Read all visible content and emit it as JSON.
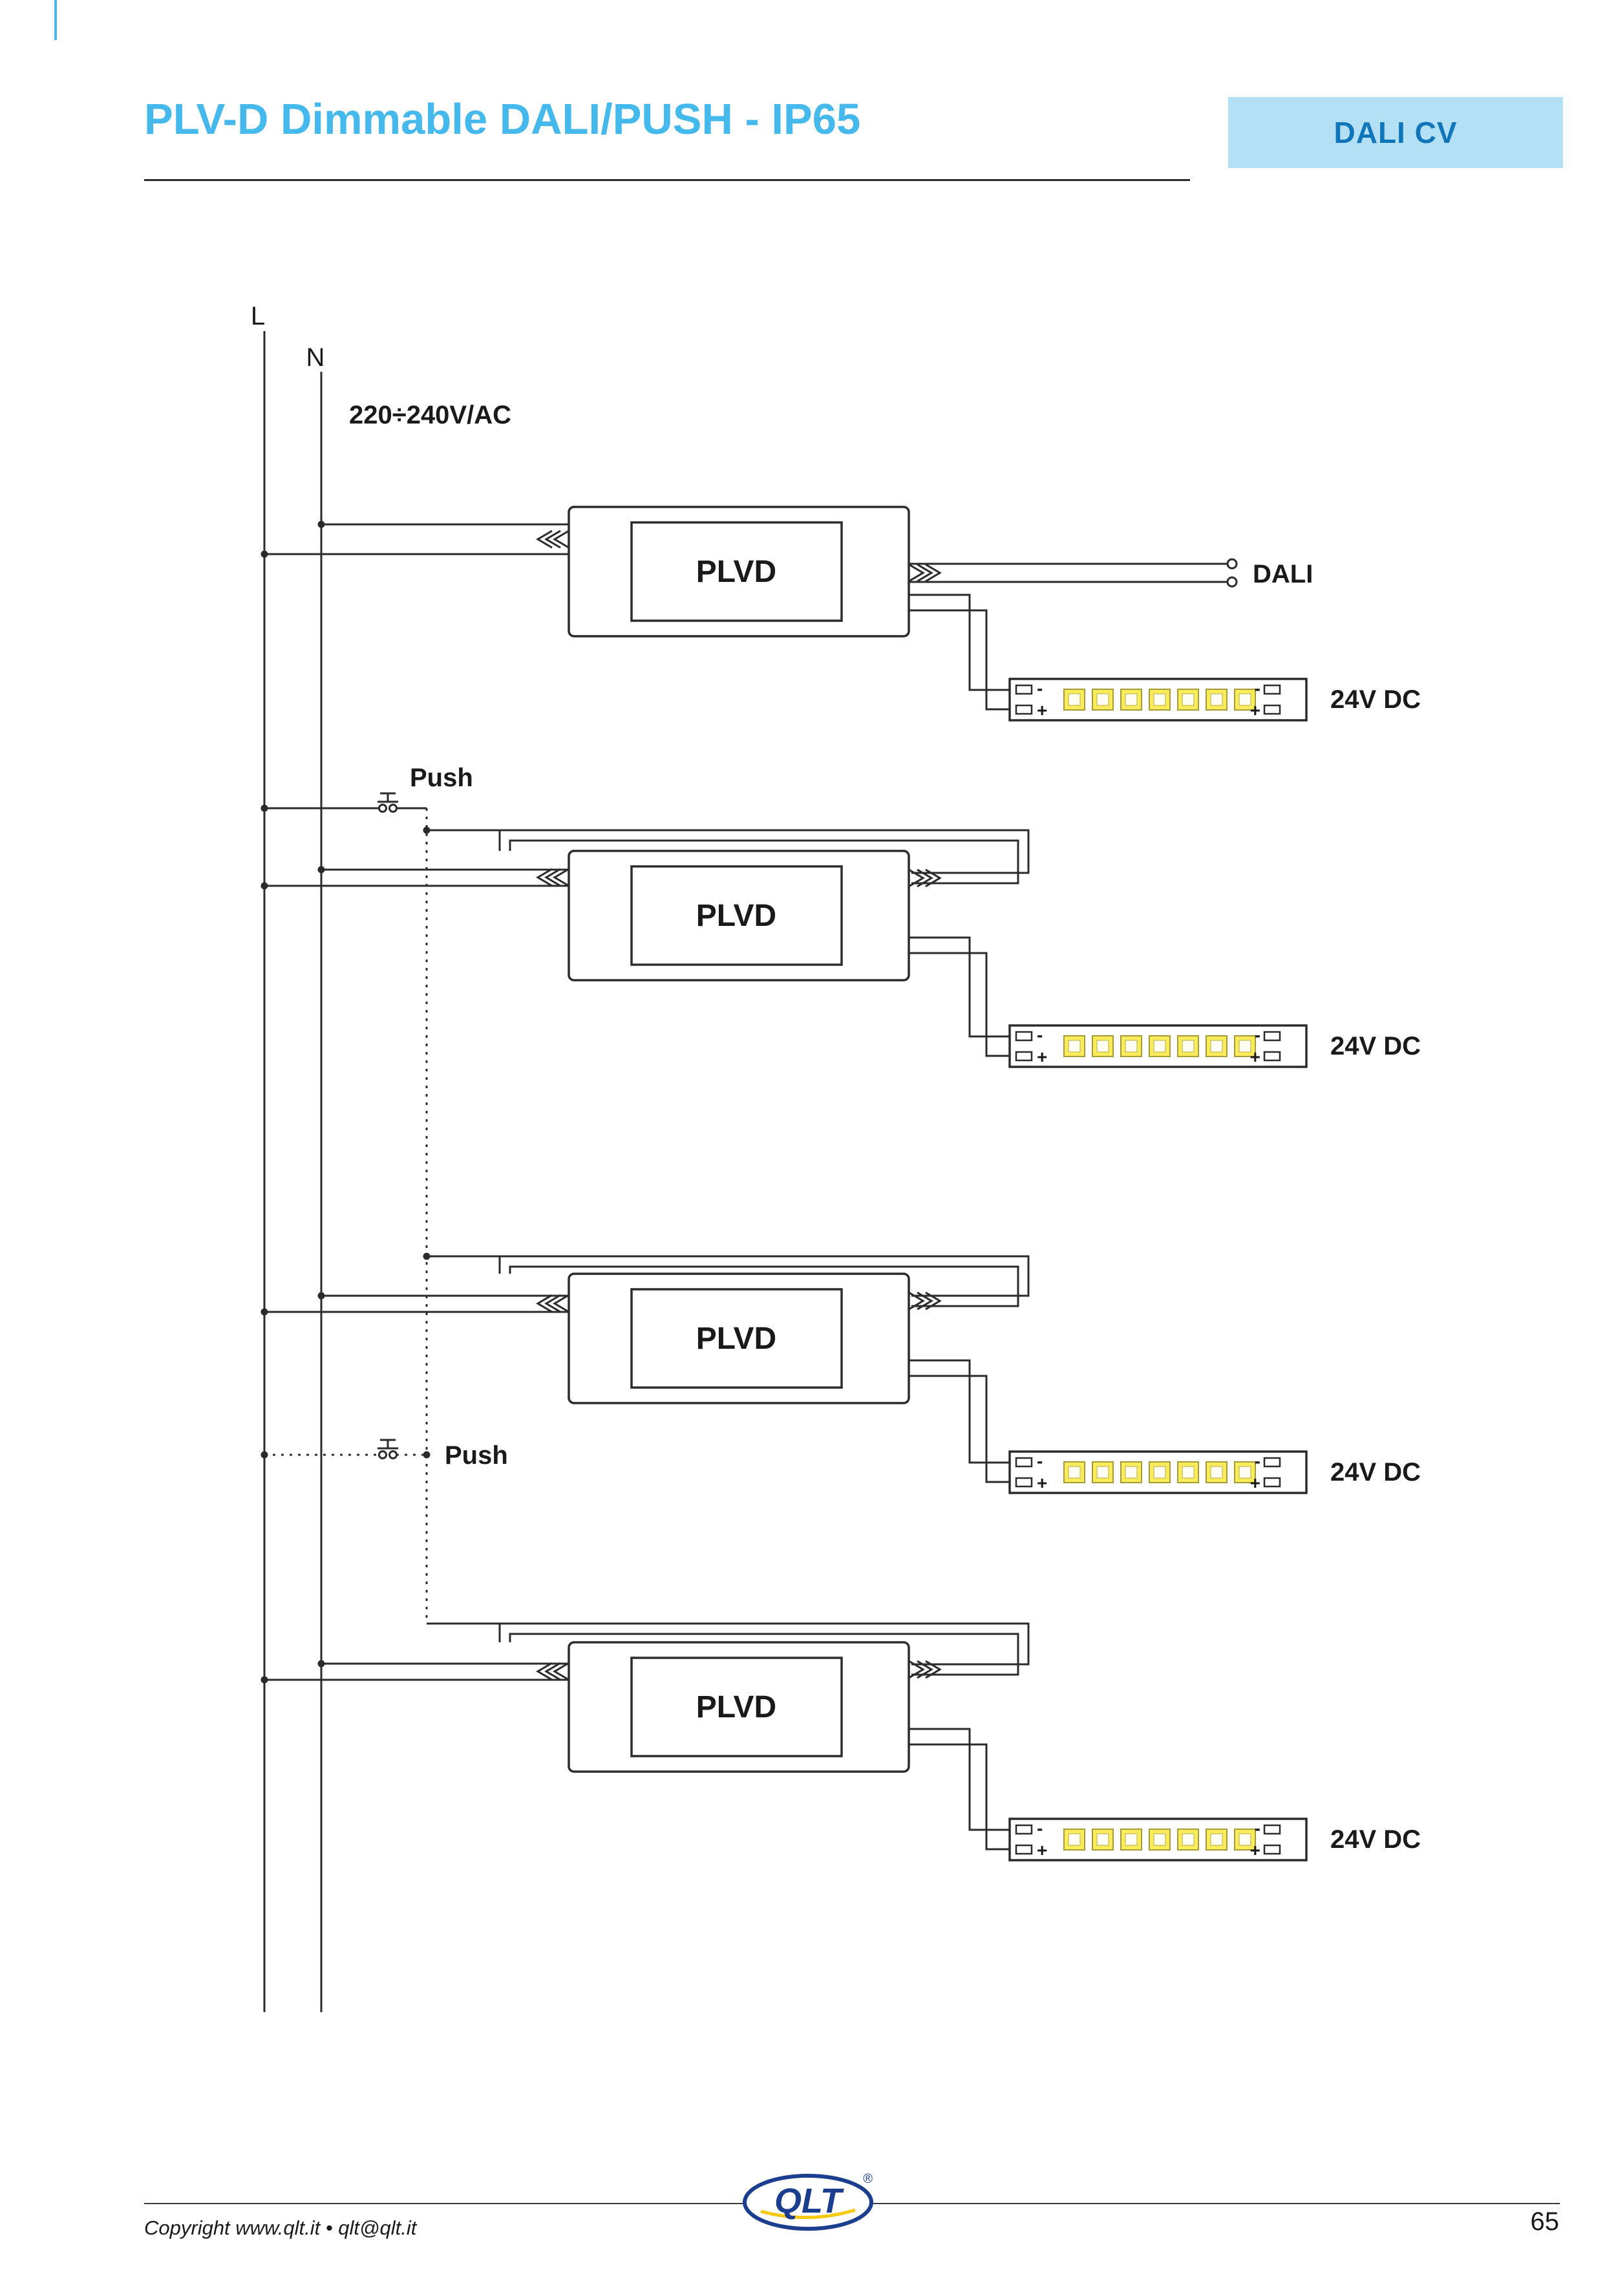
{
  "header": {
    "title": "PLV-D Dimmable DALI/PUSH - IP65",
    "badge": "DALI CV"
  },
  "diagram": {
    "phase_label": "L",
    "neutral_label": "N",
    "mains_voltage": "220÷240V/AC",
    "driver_label": "PLVD",
    "dali_label": "DALI",
    "push_label": "Push",
    "dc_output_label": "24V DC",
    "minus": "-",
    "plus": "+",
    "leds_per_strip": 7
  },
  "footer": {
    "copyright": "Copyright www.qlt.it  •  qlt@qlt.it",
    "logo_text": "QLT",
    "registered_mark": "®",
    "page_number": "65"
  },
  "colors": {
    "title_blue": "#45b8ec",
    "badge_bg": "#b4e0f5",
    "badge_text": "#1076b9",
    "line_dark": "#2b2b2b",
    "led_yellow": "#f8ec5a",
    "logo_blue": "#1b3e8f",
    "logo_yellow": "#f6c80e"
  }
}
